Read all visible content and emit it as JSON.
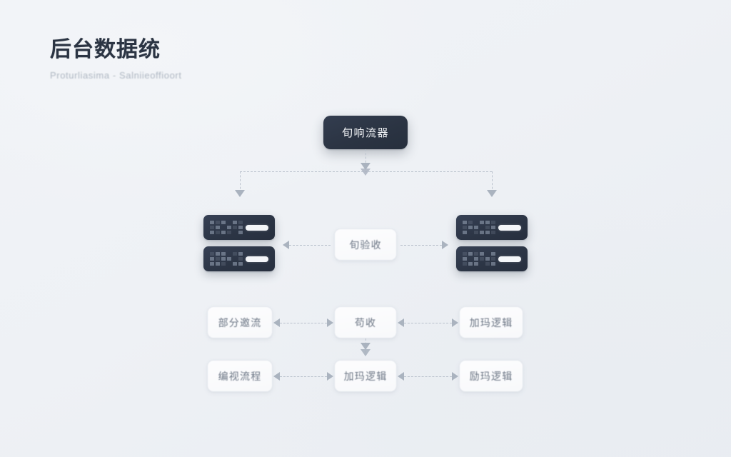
{
  "page": {
    "title": "后台数据统",
    "subtitle": "Proturliasima - Salniieoffioort",
    "background_color": "#eef1f5",
    "accent_dark": "#2b3443",
    "connector_color": "#b9c1cc"
  },
  "diagram": {
    "root": {
      "label": "旬响流器",
      "style": "dark"
    },
    "servers": [
      {
        "name": "left-server-stack",
        "units": 2
      },
      {
        "name": "right-server-stack",
        "units": 2
      }
    ],
    "nodes": {
      "row_servers_center": {
        "label": "旬验收"
      },
      "row_mid_left": {
        "label": "部分邀流"
      },
      "row_mid_center": {
        "label": "苟收"
      },
      "row_mid_right": {
        "label": "加玛逻辑"
      },
      "row_bottom_left": {
        "label": "编视流程"
      },
      "row_bottom_center": {
        "label": "加玛逻辑"
      },
      "row_bottom_right": {
        "label": "励玛逻辑"
      }
    }
  }
}
